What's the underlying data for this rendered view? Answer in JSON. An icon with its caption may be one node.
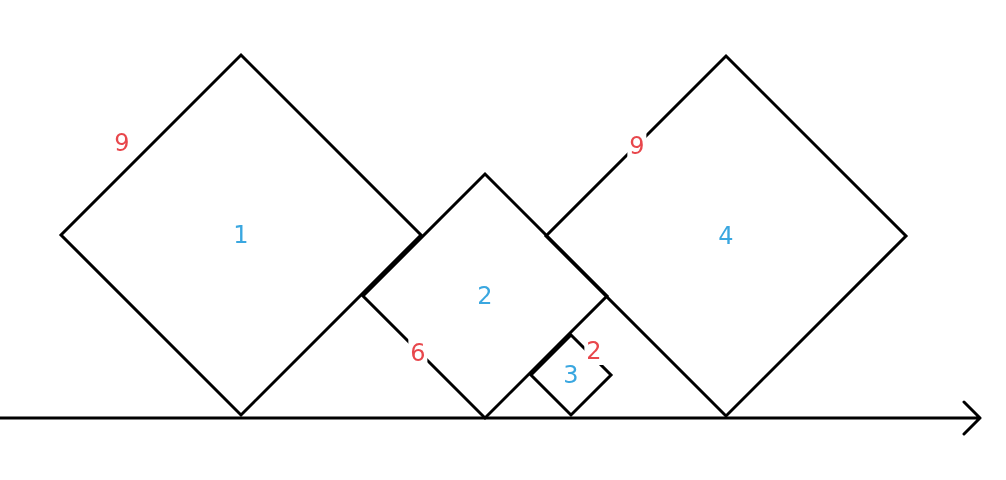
{
  "diagram": {
    "nodes": [
      {
        "text": [
          "1"
        ],
        "beside": [
          "9"
        ]
      },
      {
        "text": [
          "2"
        ],
        "beside": [
          "6"
        ]
      },
      {
        "text": [
          "3"
        ],
        "beside": [
          "2"
        ]
      },
      {
        "text": [
          "4"
        ],
        "beside": [
          "9"
        ]
      }
    ],
    "edges": []
  }
}
